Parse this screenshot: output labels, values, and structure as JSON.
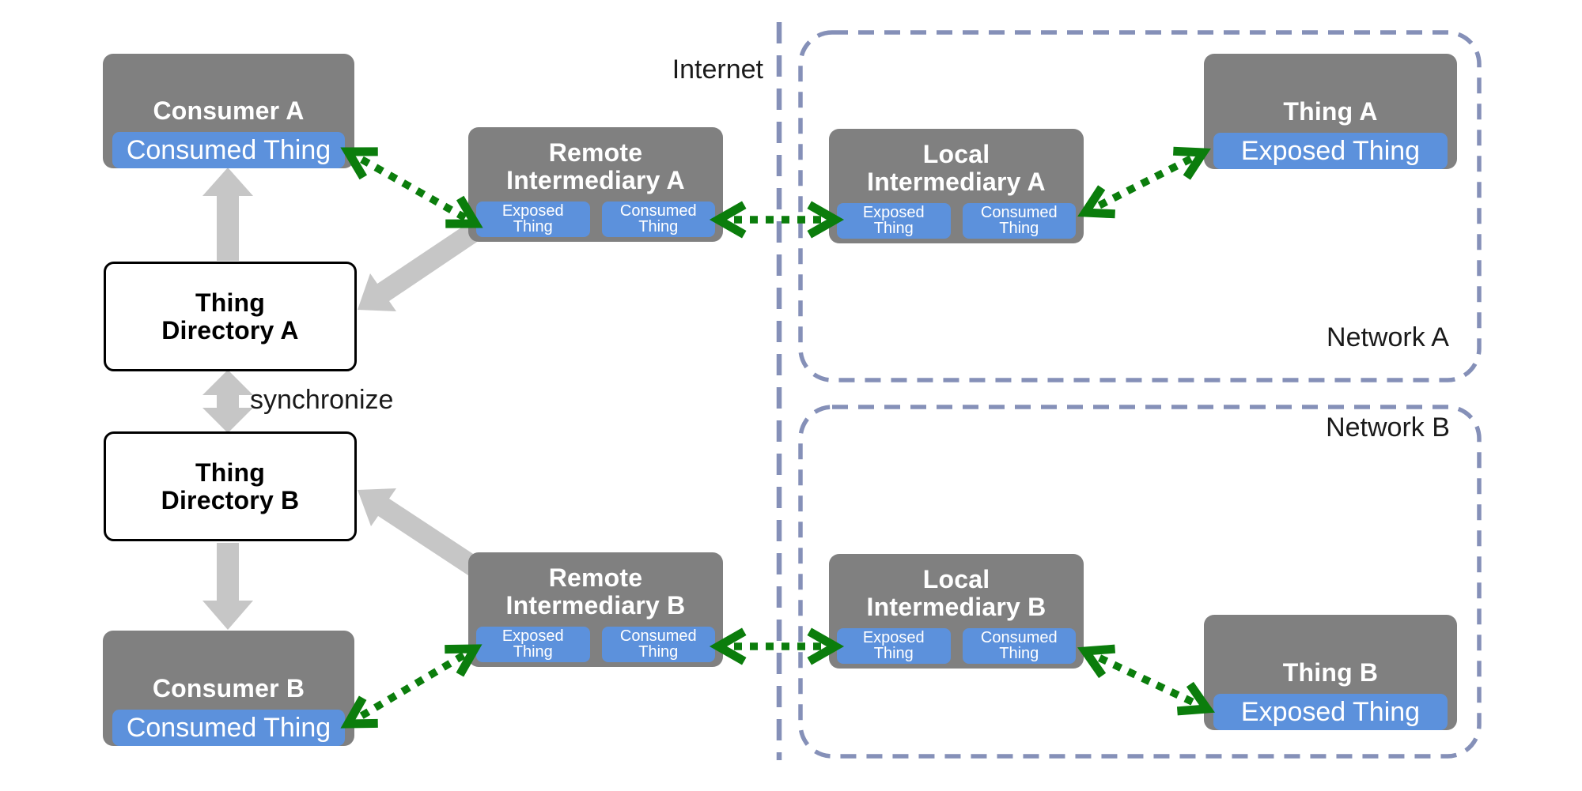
{
  "diagram": {
    "labels": {
      "internet": "Internet",
      "network_a": "Network A",
      "network_b": "Network B",
      "synchronize": "synchronize"
    },
    "nodes": {
      "consumer_a": {
        "title": "Consumer A",
        "bar": "Consumed Thing"
      },
      "consumer_b": {
        "title": "Consumer B",
        "bar": "Consumed Thing"
      },
      "thing_directory_a": {
        "title": "Thing\nDirectory A"
      },
      "thing_directory_b": {
        "title": "Thing\nDirectory B"
      },
      "remote_intermediary_a": {
        "title": "Remote\nIntermediary A",
        "exposed": "Exposed\nThing",
        "consumed": "Consumed\nThing"
      },
      "remote_intermediary_b": {
        "title": "Remote\nIntermediary B",
        "exposed": "Exposed\nThing",
        "consumed": "Consumed\nThing"
      },
      "local_intermediary_a": {
        "title": "Local\nIntermediary A",
        "exposed": "Exposed\nThing",
        "consumed": "Consumed\nThing"
      },
      "local_intermediary_b": {
        "title": "Local\nIntermediary B",
        "exposed": "Exposed\nThing",
        "consumed": "Consumed\nThing"
      },
      "thing_a": {
        "title": "Thing A",
        "bar": "Exposed Thing"
      },
      "thing_b": {
        "title": "Thing B",
        "bar": "Exposed Thing"
      }
    },
    "colors": {
      "node_gray": "#808080",
      "accent_blue": "#5c91dc",
      "arrow_green": "#0b7d0c",
      "arrow_gray": "#c6c6c6",
      "boundary_slate": "#8590b8"
    }
  }
}
